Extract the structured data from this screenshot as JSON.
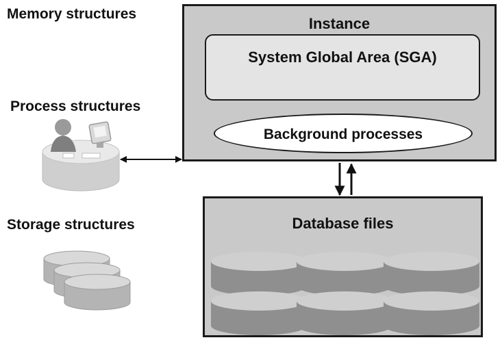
{
  "labels": {
    "memory": "Memory structures",
    "process": "Process structures",
    "storage": "Storage structures"
  },
  "instance": {
    "title": "Instance",
    "sga": "System Global Area (SGA)",
    "background": "Background processes"
  },
  "database": {
    "title": "Database files",
    "file_count": 6
  },
  "colors": {
    "box_fill": "#c9c9c9",
    "sga_fill": "#e4e4e4",
    "cylinder_body": "#8f8f8f",
    "cylinder_top": "#cfcfcf",
    "outline": "#1a1a1a"
  }
}
